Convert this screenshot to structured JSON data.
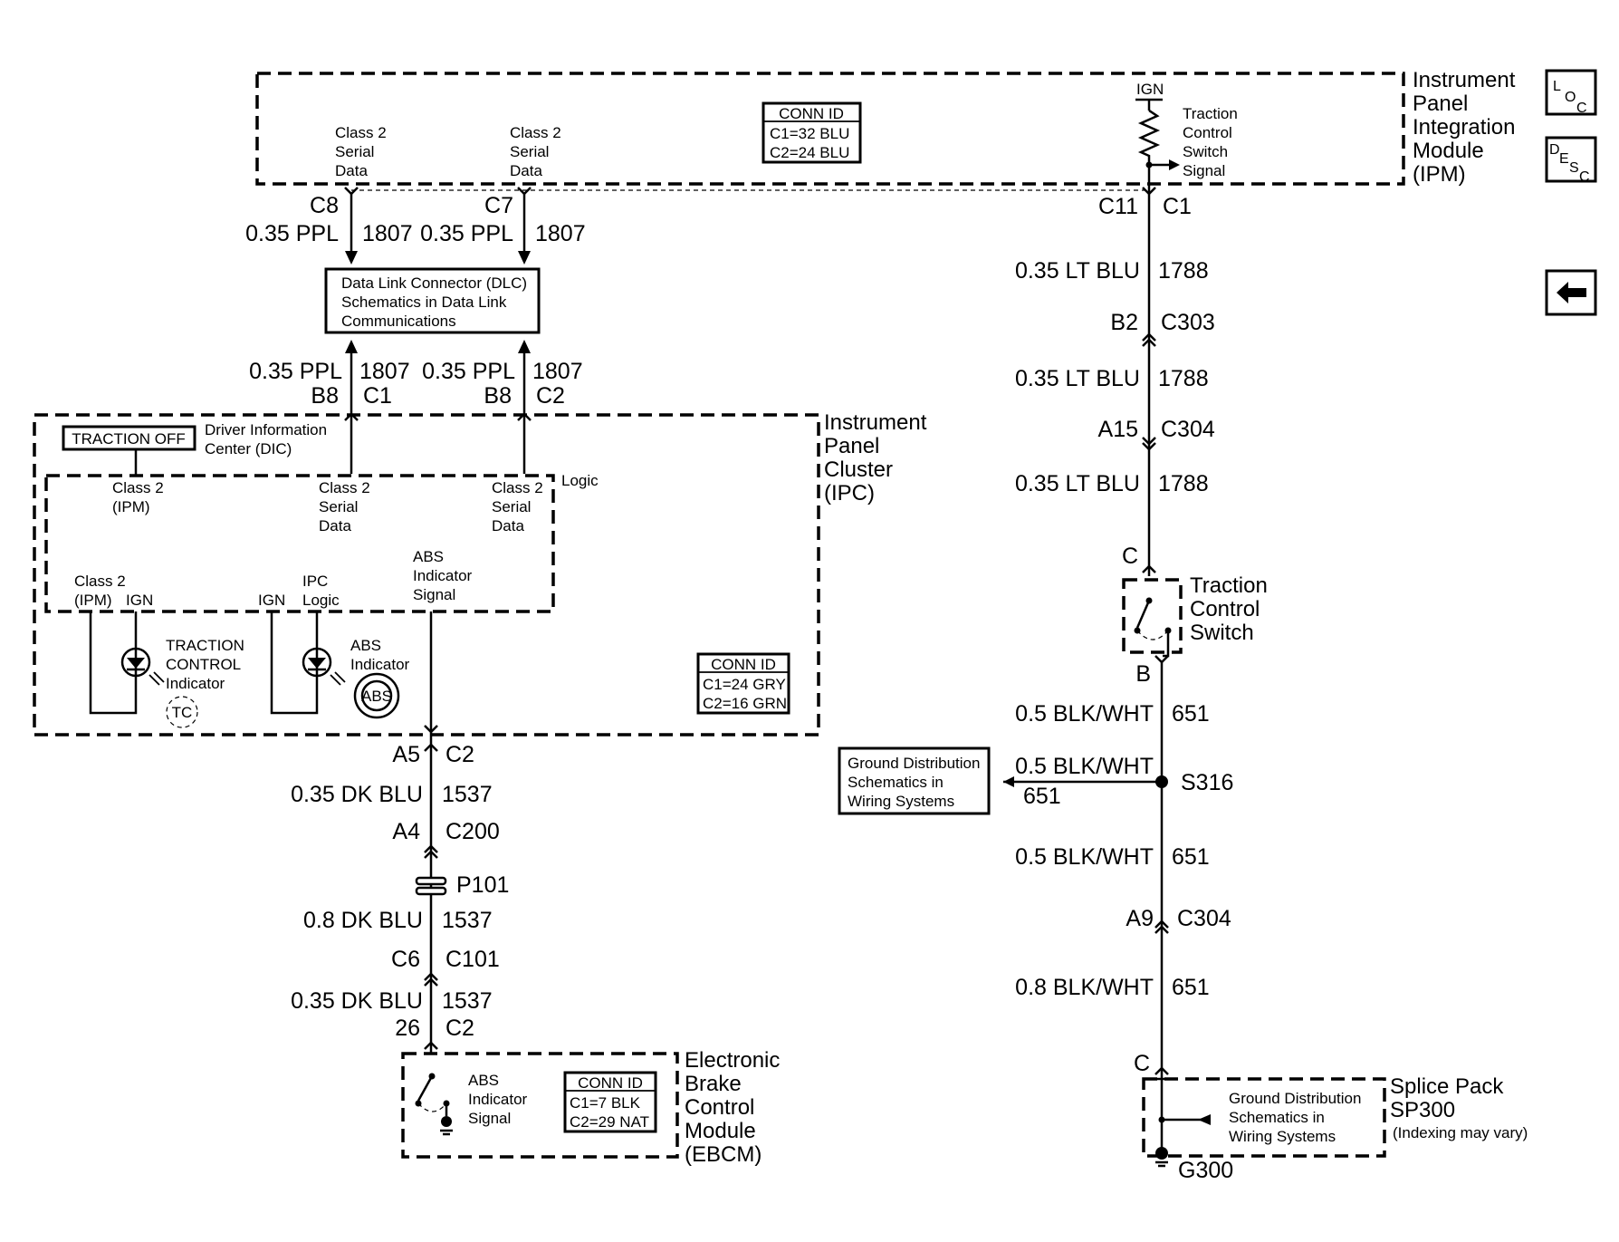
{
  "ipm": {
    "title": [
      "Instrument",
      "Panel",
      "Integration",
      "Module",
      "(IPM)"
    ],
    "serial_left": [
      "Class 2",
      "Serial",
      "Data"
    ],
    "serial_right": [
      "Class 2",
      "Serial",
      "Data"
    ],
    "conn_id": {
      "header": "CONN ID",
      "lines": [
        "C1=32 BLU",
        "C2=24 BLU"
      ]
    },
    "ign": "IGN",
    "switch_signal": [
      "Traction",
      "Control",
      "Switch",
      "Signal"
    ]
  },
  "nav": {
    "loc_icon": {
      "l": "L",
      "o": "O",
      "c": "C"
    },
    "desc_icon": {
      "d": "D",
      "e": "E",
      "s": "S",
      "c": "C"
    },
    "back_icon": "back-arrow"
  },
  "ipm_to_dlc": {
    "left": {
      "pin": "C8",
      "wire": "0.35 PPL",
      "circuit": "1807"
    },
    "right": {
      "pin": "C7",
      "wire": "0.35 PPL",
      "circuit": "1807"
    }
  },
  "dlc": {
    "lines": [
      "Data Link Connector (DLC)",
      "Schematics in Data Link",
      "Communications"
    ]
  },
  "dlc_to_ipc": {
    "left": {
      "wire": "0.35 PPL",
      "circuit": "1807",
      "pin": "B8",
      "connector": "C1"
    },
    "right": {
      "wire": "0.35 PPL",
      "circuit": "1807",
      "pin": "B8",
      "connector": "C2"
    }
  },
  "ipc": {
    "title": [
      "Instrument",
      "Panel",
      "Cluster",
      "(IPC)"
    ],
    "traction_off": "TRACTION OFF",
    "dic": [
      "Driver Information",
      "Center (DIC)"
    ],
    "logic": "Logic",
    "class2_ipm": [
      "Class 2",
      "(IPM)"
    ],
    "serial_left": [
      "Class 2",
      "Serial",
      "Data"
    ],
    "serial_right": [
      "Class 2",
      "Serial",
      "Data"
    ],
    "class2_ipm_2": [
      "Class 2",
      "(IPM)"
    ],
    "ign_1": "IGN",
    "ign_2": "IGN",
    "ipc_logic": [
      "IPC",
      "Logic"
    ],
    "abs_signal": [
      "ABS",
      "Indicator",
      "Signal"
    ],
    "tc_indicator": [
      "TRACTION",
      "CONTROL",
      "Indicator"
    ],
    "tc_symbol": "TC",
    "abs_indicator": [
      "ABS",
      "Indicator"
    ],
    "abs_symbol": "ABS",
    "conn_id": {
      "header": "CONN ID",
      "lines": [
        "C1=24 GRY",
        "C2=16 GRN"
      ]
    }
  },
  "left_harness": {
    "c2": {
      "pin": "A5",
      "connector": "C2"
    },
    "w1": {
      "wire": "0.35 DK BLU",
      "circuit": "1537"
    },
    "c200": {
      "pin": "A4",
      "connector": "C200"
    },
    "p101": "P101",
    "w2": {
      "wire": "0.8 DK BLU",
      "circuit": "1537"
    },
    "c101": {
      "pin": "C6",
      "connector": "C101"
    },
    "w3": {
      "wire": "0.35 DK BLU",
      "circuit": "1537"
    },
    "ebcm_pin": {
      "pin": "26",
      "connector": "C2"
    }
  },
  "ebcm": {
    "title": [
      "Electronic",
      "Brake",
      "Control",
      "Module",
      "(EBCM)"
    ],
    "abs_signal": [
      "ABS",
      "Indicator",
      "Signal"
    ],
    "conn_id": {
      "header": "CONN ID",
      "lines": [
        "C1=7 BLK",
        "C2=29 NAT"
      ]
    }
  },
  "right_harness": {
    "ipm_pin": {
      "pin": "C11",
      "connector": "C1"
    },
    "w1": {
      "wire": "0.35 LT BLU",
      "circuit": "1788"
    },
    "c303": {
      "pin": "B2",
      "connector": "C303"
    },
    "w2": {
      "wire": "0.35 LT BLU",
      "circuit": "1788"
    },
    "c304a": {
      "pin": "A15",
      "connector": "C304"
    },
    "w3": {
      "wire": "0.35 LT BLU",
      "circuit": "1788"
    },
    "tcs_pin_c": "C",
    "tcs_pin_b": "B",
    "w4": {
      "wire": "0.5 BLK/WHT",
      "circuit": "651"
    },
    "s316": "S316",
    "branch": {
      "wire": "0.5 BLK/WHT",
      "circuit": "651"
    },
    "w5": {
      "wire": "0.5 BLK/WHT",
      "circuit": "651"
    },
    "c304b": {
      "pin": "A9",
      "connector": "C304"
    },
    "w6": {
      "wire": "0.8 BLK/WHT",
      "circuit": "651"
    },
    "sp_pin": "C",
    "ground": "G300"
  },
  "traction_switch": {
    "title": [
      "Traction",
      "Control",
      "Switch"
    ]
  },
  "ground_dist_1": {
    "lines": [
      "Ground Distribution",
      "Schematics in",
      "Wiring Systems"
    ]
  },
  "splice_pack": {
    "title": [
      "Splice Pack",
      "SP300"
    ],
    "note": "(Indexing may vary)",
    "ground_dist": [
      "Ground Distribution",
      "Schematics in",
      "Wiring Systems"
    ]
  }
}
